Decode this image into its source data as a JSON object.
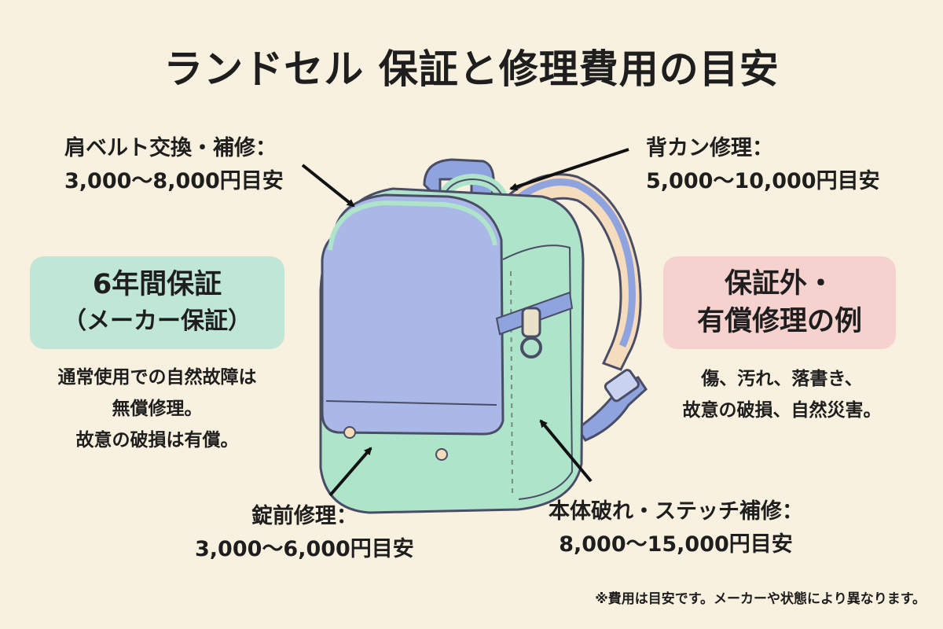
{
  "title": "ランドセル 保証と修理費用の目安",
  "callouts": {
    "shoulder_belt": {
      "label": "肩ベルト交換・補修：",
      "cost": "3,000〜8,000円目安"
    },
    "back_handle": {
      "label": "背カン修理：",
      "cost": "5,000〜10,000円目安"
    },
    "lock": {
      "label": "錠前修理：",
      "cost": "3,000〜6,000円目安"
    },
    "body_stitch": {
      "label": "本体破れ・ステッチ補修：",
      "cost": "8,000〜15,000円目安"
    }
  },
  "warranty_box": {
    "title": "6年間保証",
    "subtitle": "（メーカー保証）",
    "color": "#bfe6d6",
    "desc": [
      "通常使用での自然故障は",
      "無償修理。",
      "故意の破損は有償。"
    ]
  },
  "excluded_box": {
    "title_line1": "保証外・",
    "title_line2": "有償修理の例",
    "color": "#f6d2cf",
    "desc": [
      "傷、汚れ、落書き、",
      "故意の破損、自然災害。"
    ]
  },
  "footnote": "※費用は目安です。メーカーや状態により異なります。",
  "colors": {
    "background": "#f8f1df",
    "flap": "#a9b8e6",
    "body": "#aee4c9",
    "strap_blue": "#8fa3df",
    "strap_cream": "#f4dcbc",
    "outline": "#4a4d66"
  }
}
